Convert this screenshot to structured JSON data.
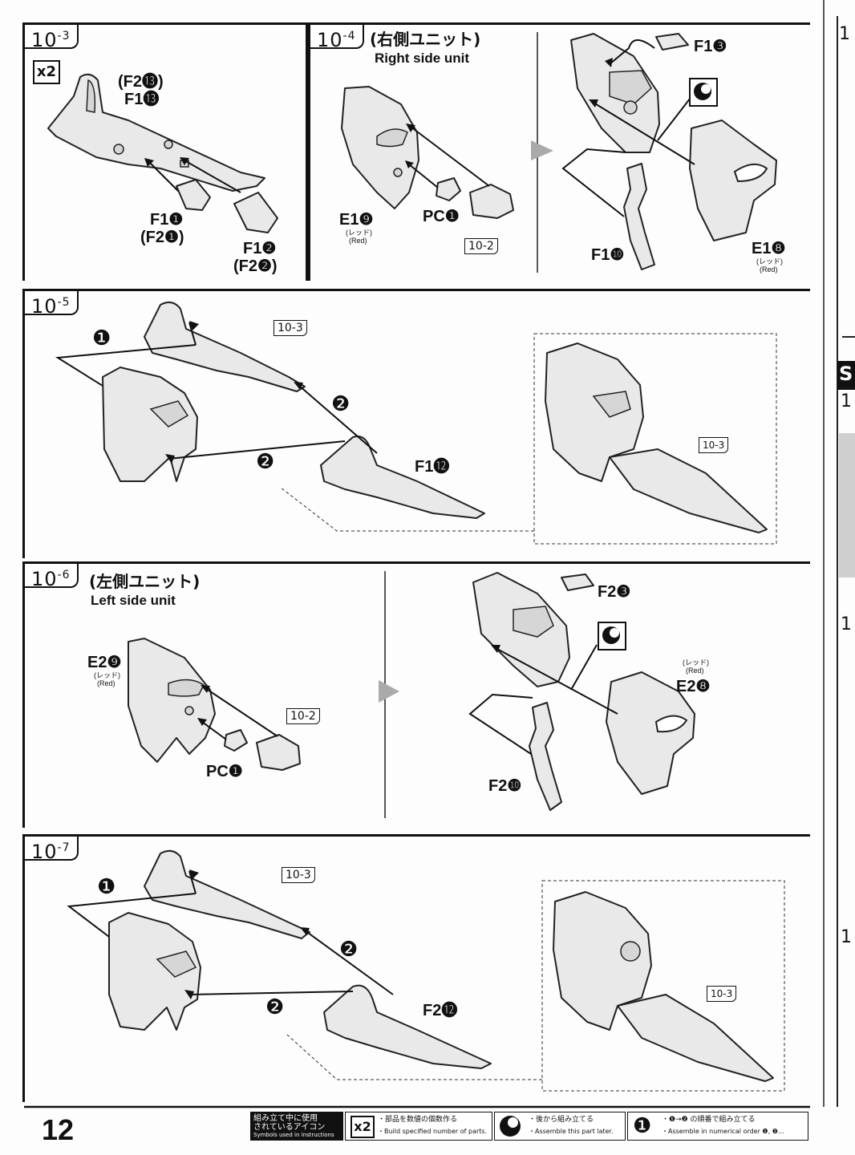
{
  "steps": {
    "s103": {
      "num": "10",
      "sub": "-3",
      "multiplier": "x2",
      "parts": {
        "f2_13": "(F2⓭)",
        "f1_13": "F1⓭",
        "f1_1": "F1❶",
        "f2_1": "(F2❶)",
        "f1_2": "F1❷",
        "f2_2": "(F2❷)"
      }
    },
    "s104": {
      "num": "10",
      "sub": "-4",
      "title_jp": "(右側ユニット)",
      "title_en": "Right side unit",
      "parts": {
        "e1_9": "E1❾",
        "e1_9_color_jp": "(レッド)",
        "e1_9_color_en": "(Red)",
        "pc1": "PC❶",
        "ref": "10-2",
        "f1_3": "F1❸",
        "f1_10": "F1❿",
        "e1_8": "E1❽",
        "e1_8_color_jp": "(レッド)",
        "e1_8_color_en": "(Red)"
      }
    },
    "s105": {
      "num": "10",
      "sub": "-5",
      "ref1": "10-3",
      "ref2": "10-3",
      "step1": "❶",
      "step2a": "❷",
      "step2b": "❷",
      "part": "F1⓬"
    },
    "s106": {
      "num": "10",
      "sub": "-6",
      "title_jp": "(左側ユニット)",
      "title_en": "Left side unit",
      "parts": {
        "e2_9": "E2❾",
        "e2_9_color_jp": "(レッド)",
        "e2_9_color_en": "(Red)",
        "pc1": "PC❶",
        "ref": "10-2",
        "f2_3": "F2❸",
        "e2_8": "E2❽",
        "e2_8_color_jp": "(レッド)",
        "e2_8_color_en": "(Red)",
        "f2_10": "F2❿"
      }
    },
    "s107": {
      "num": "10",
      "sub": "-7",
      "ref1": "10-3",
      "ref2": "10-3",
      "step1": "❶",
      "step2a": "❷",
      "step2b": "❷",
      "part": "F2⓬"
    }
  },
  "footer": {
    "page": "12",
    "legend_title_jp1": "組み立て中に使用",
    "legend_title_jp2": "されているアイコン",
    "legend_title_en": "Symbols used in instructions",
    "x2_icon": "x2",
    "x2_jp": "・部品を数値の個数作る",
    "x2_en": "・Build specified number of parts.",
    "later_jp": "・後から組み立てる",
    "later_en": "・Assemble this part later.",
    "order_icon": "❶",
    "order_jp": "・❶→❷ の順番で組み立てる",
    "order_en": "・Assemble in numerical order ❶, ❷..."
  },
  "side": {
    "s_tag": "S",
    "tag1": "1",
    "tag2": "1",
    "tag3": "1",
    "tag4": "1"
  }
}
